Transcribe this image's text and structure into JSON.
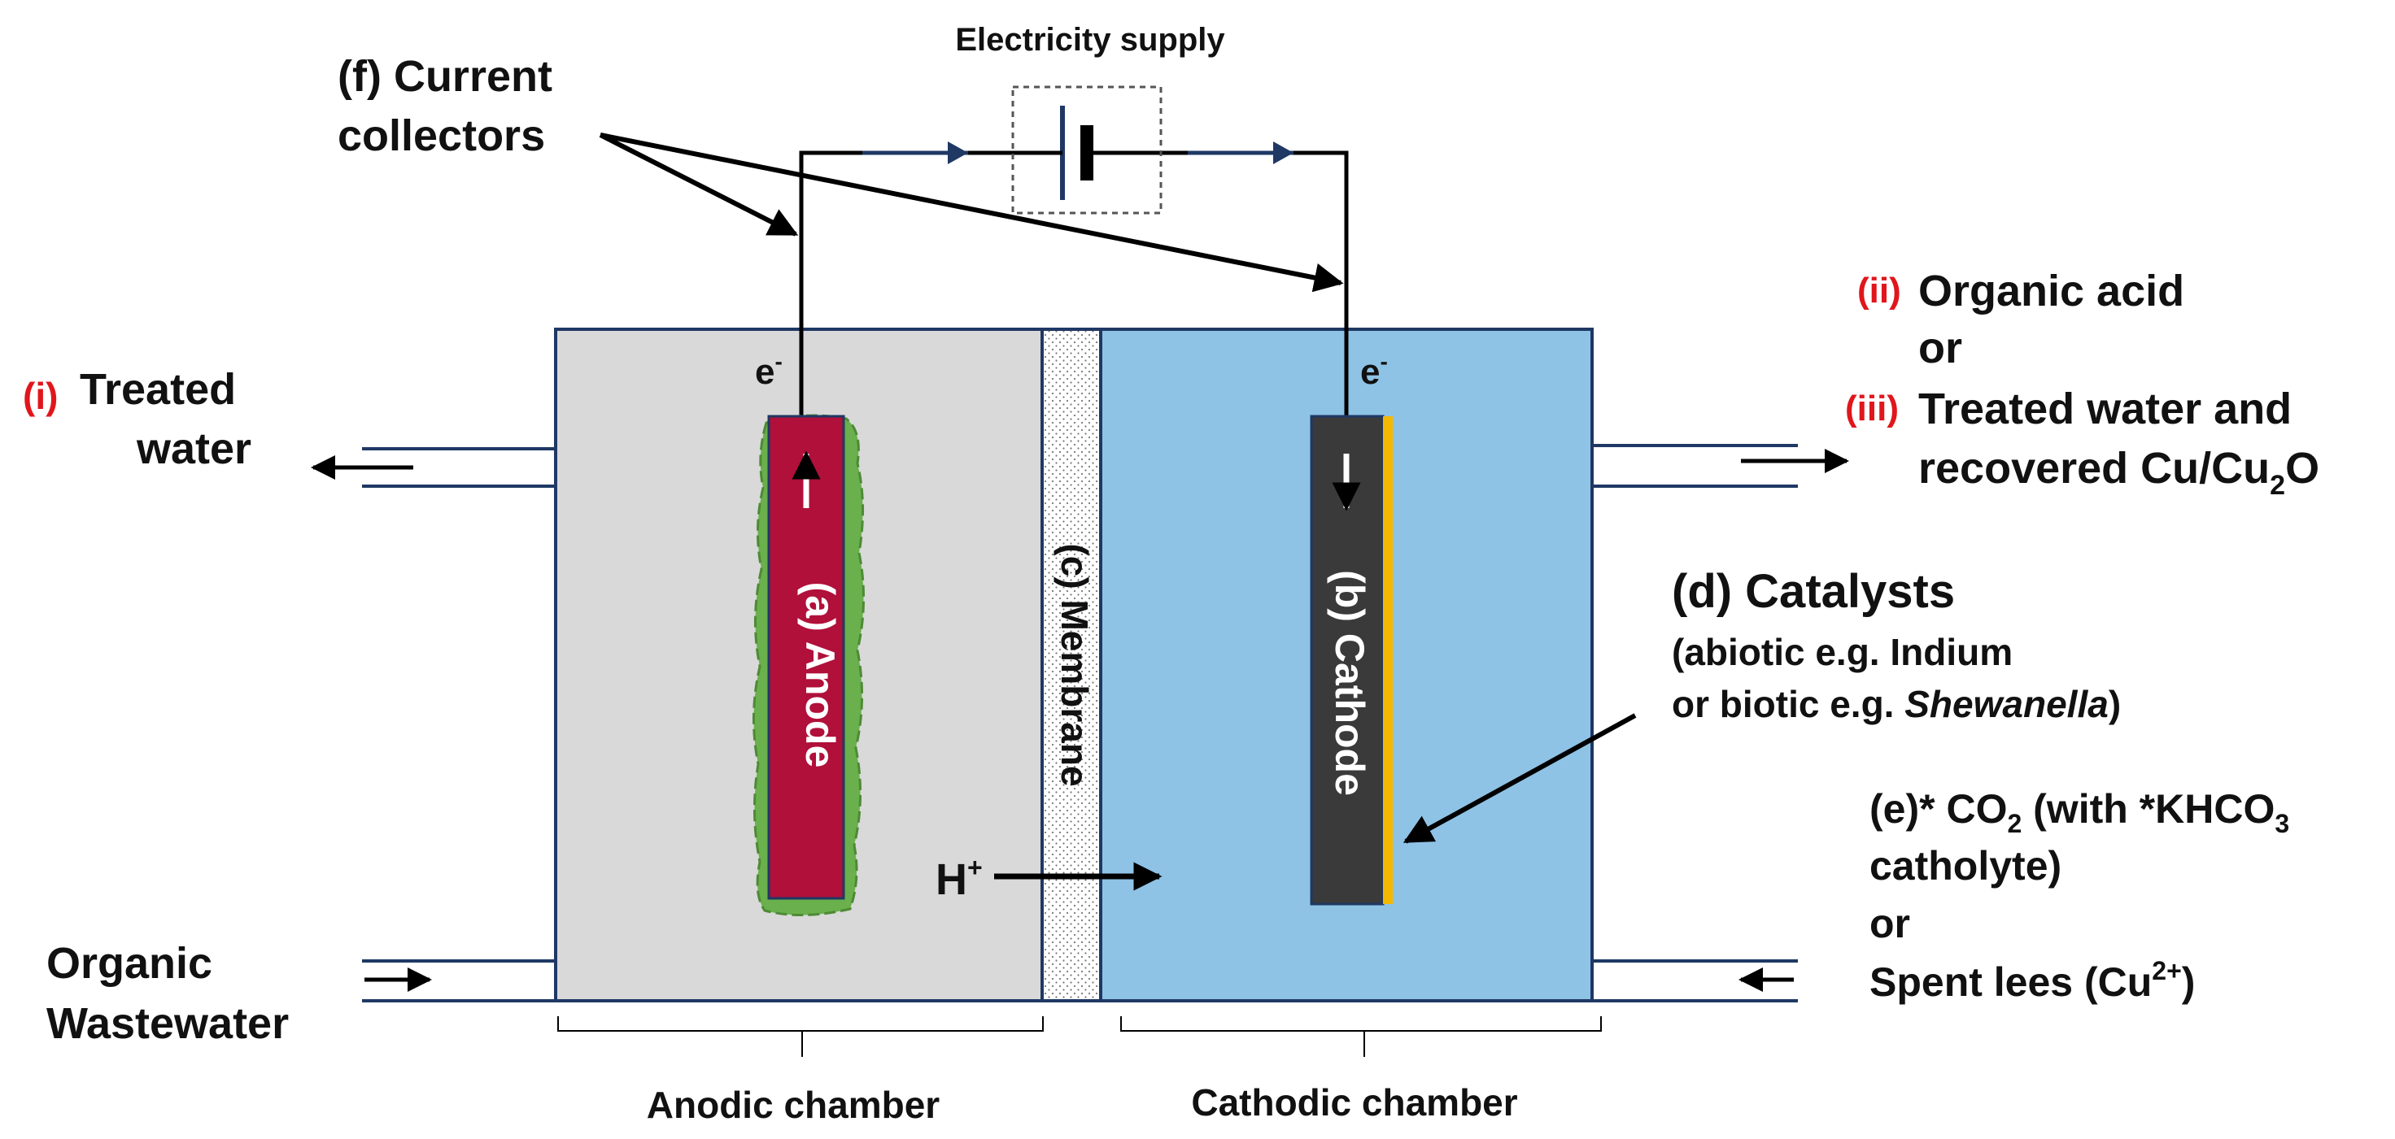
{
  "labels": {
    "electricity_supply": "Electricity supply",
    "current_collectors_1": "(f) Current",
    "current_collectors_2": "collectors",
    "treated_water_marker": "(i)",
    "treated_water_1": "Treated",
    "treated_water_2": "water",
    "organic_wastewater_1": "Organic",
    "organic_wastewater_2": "Wastewater",
    "electron_left": "e",
    "electron_right": "e",
    "electron_sup": "-",
    "anode": "(a) Anode",
    "membrane": "(c) Membrane",
    "cathode": "(b) Cathode",
    "proton": "H",
    "proton_sup": "+",
    "output_ii_marker": "(ii)",
    "output_ii": "Organic acid",
    "output_or": "or",
    "output_iii_marker": "(iii)",
    "output_iii_1": "Treated water and",
    "output_iii_2_pre": "recovered Cu/Cu",
    "output_iii_2_sub": "2",
    "output_iii_2_post": "O",
    "catalysts_title": "(d) Catalysts",
    "catalysts_line1": "(abiotic e.g. Indium",
    "catalysts_line2_pre": "or biotic e.g. ",
    "catalysts_line2_italic": "Shewanella",
    "catalysts_line2_post": ")",
    "input_e_pre": "(e)* CO",
    "input_e_sub1": "2",
    "input_e_mid": " (with *KHCO",
    "input_e_sub2": "3",
    "input_e_line2": "catholyte)",
    "input_or": "or",
    "input_spent_pre": "Spent lees (Cu",
    "input_spent_sup": "2+",
    "input_spent_post": ")",
    "anodic_chamber": "Anodic chamber",
    "cathodic_chamber": "Cathodic chamber"
  },
  "colors": {
    "anodic_fill": "#d9d9d9",
    "cathodic_fill": "#8ec3e6",
    "outline": "#1f3864",
    "anode_fill": "#b0103a",
    "biofilm": "#6ab04c",
    "cathode_fill": "#3a3a3a",
    "catalyst": "#f5b800",
    "wire_arrow": "#1f3864",
    "marker_red": "#e0161c"
  }
}
